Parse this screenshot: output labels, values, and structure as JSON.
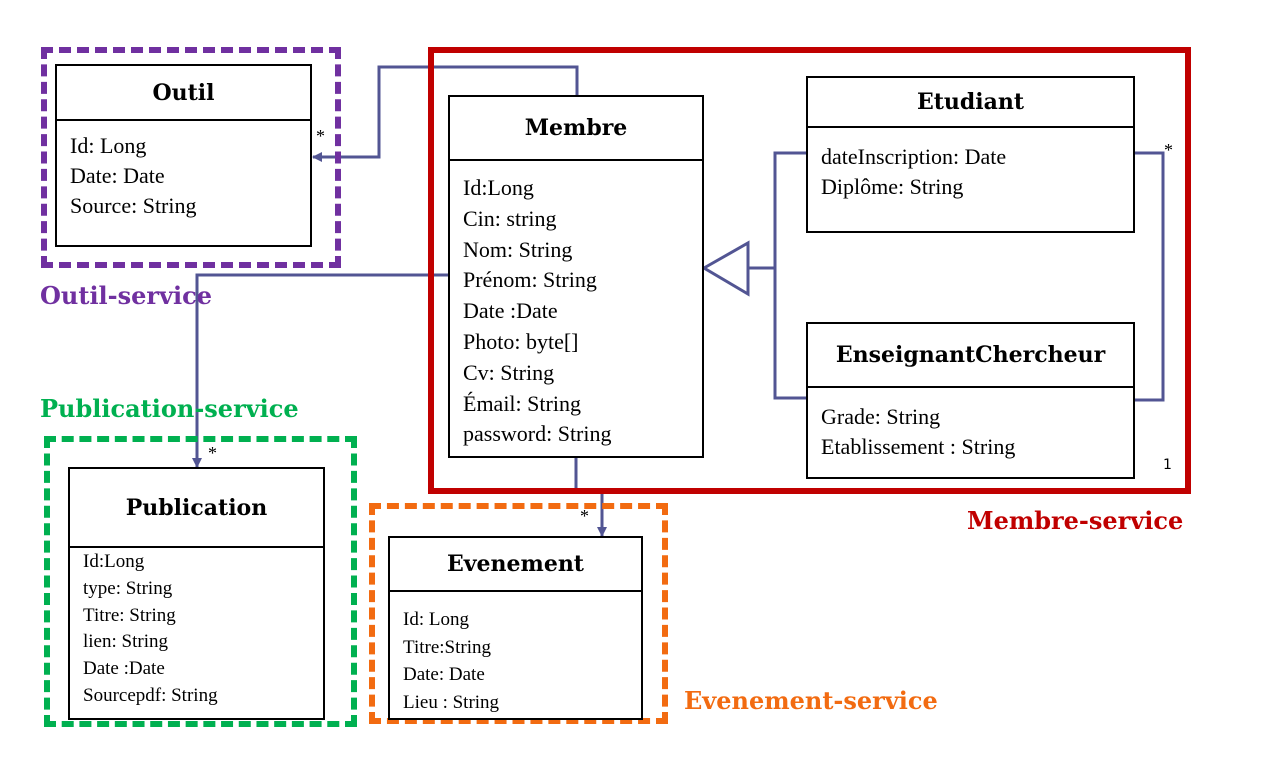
{
  "services": {
    "outil": "Outil-service",
    "publication": "Publication-service",
    "evenement": "Evenement-service",
    "membre": "Membre-service"
  },
  "classes": {
    "outil": {
      "name": "Outil",
      "attrs": [
        "Id: Long",
        "Date: Date",
        "Source: String"
      ]
    },
    "membre": {
      "name": "Membre",
      "attrs": [
        "Id:Long",
        "Cin: string",
        "Nom: String",
        "Prénom: String",
        "Date :Date",
        "Photo: byte[]",
        "Cv: String",
        "Émail: String",
        "password: String"
      ]
    },
    "etudiant": {
      "name": "Etudiant",
      "attrs": [
        "dateInscription: Date",
        "Diplôme: String"
      ]
    },
    "enseignant": {
      "name": "EnseignantChercheur",
      "attrs": [
        "Grade: String",
        "Etablissement : String"
      ]
    },
    "publication": {
      "name": "Publication",
      "attrs": [
        "Id:Long",
        "type: String",
        "Titre: String",
        "lien: String",
        "Date :Date",
        "Sourcepdf: String"
      ]
    },
    "evenement": {
      "name": "Evenement",
      "attrs": [
        "Id: Long",
        "Titre:String",
        "Date: Date",
        "Lieu : String"
      ]
    }
  },
  "multiplicities": {
    "outil": "*",
    "publication": "*",
    "evenement": "*",
    "etudiant": "*",
    "enseignant": "1"
  },
  "colors": {
    "outil_service": "#7030a0",
    "publication_service": "#00b050",
    "evenement_service": "#f26b11",
    "membre_service": "#c00000",
    "connector": "#525593"
  }
}
